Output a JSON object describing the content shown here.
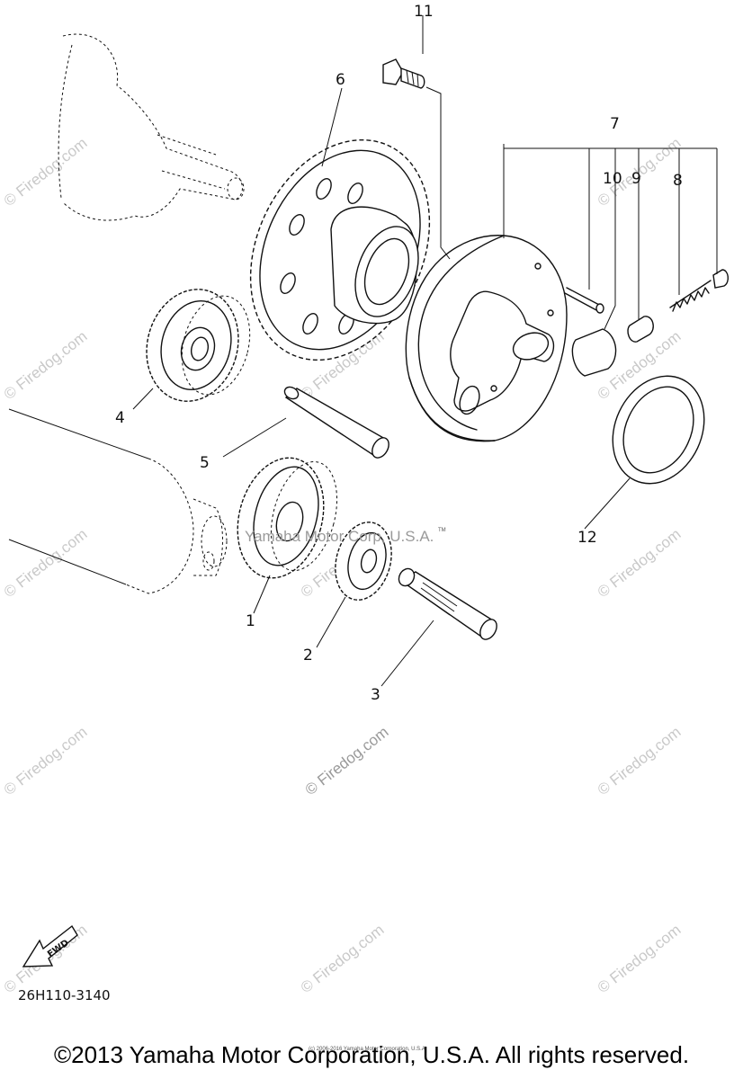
{
  "part_labels": {
    "p1": "1",
    "p2": "2",
    "p3": "3",
    "p4": "4",
    "p5": "5",
    "p6": "6",
    "p7": "7",
    "p8": "8",
    "p9": "9",
    "p10": "10",
    "p11": "11",
    "p12": "12"
  },
  "center_watermark": "Yamaha Motor Corp, U.S.A.",
  "tm_mark": "TM",
  "firedog_watermark": "© Firedog.com",
  "fwd_label": "FWD",
  "diagram_code": "26H110-3140",
  "fine_print": "(c) 2006-2016 Yamaha Motor Corporation, U.S.A.",
  "copyright": "©2013 Yamaha Motor Corporation, U.S.A. All rights reserved.",
  "colors": {
    "line": "#111111",
    "watermark": "#c9c9c9",
    "background": "#ffffff"
  }
}
